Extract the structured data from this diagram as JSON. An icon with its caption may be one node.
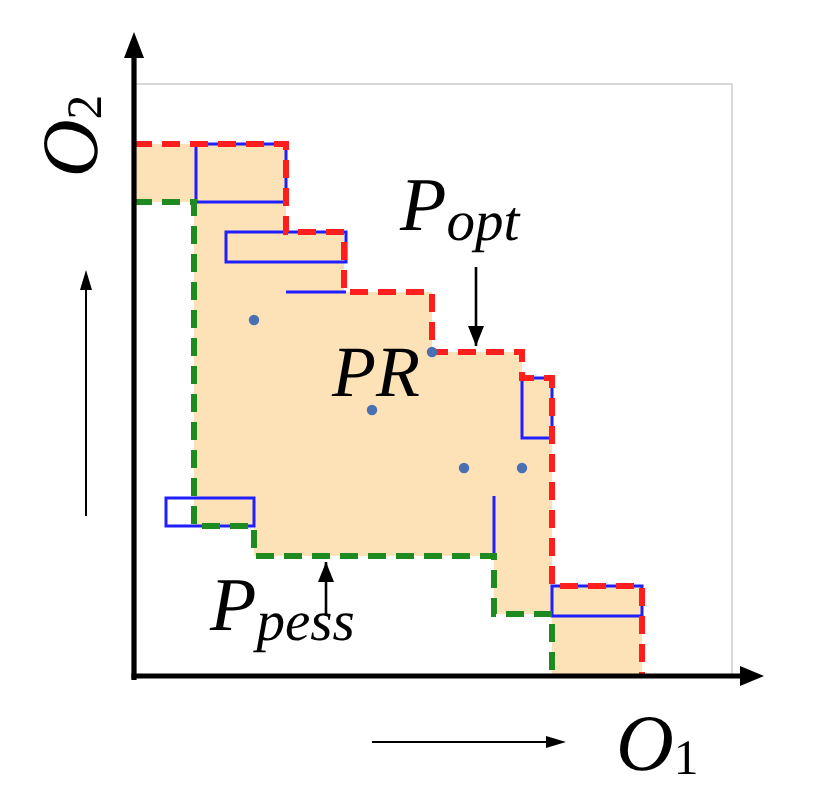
{
  "diagram": {
    "nodes": [
      {
        "text": [
          "PR"
        ]
      },
      {
        "text": [
          "P$_{opt}$"
        ]
      },
      {
        "text": [
          "P$_{pess}$"
        ]
      }
    ],
    "edges": [
      {
        "from": 1,
        "to": 0,
        "arrow": "to"
      },
      {
        "from": 2,
        "to": 0,
        "arrow": "to"
      }
    ],
    "labels": [
      "O$_{2}$",
      "O$_{1}$"
    ]
  }
}
